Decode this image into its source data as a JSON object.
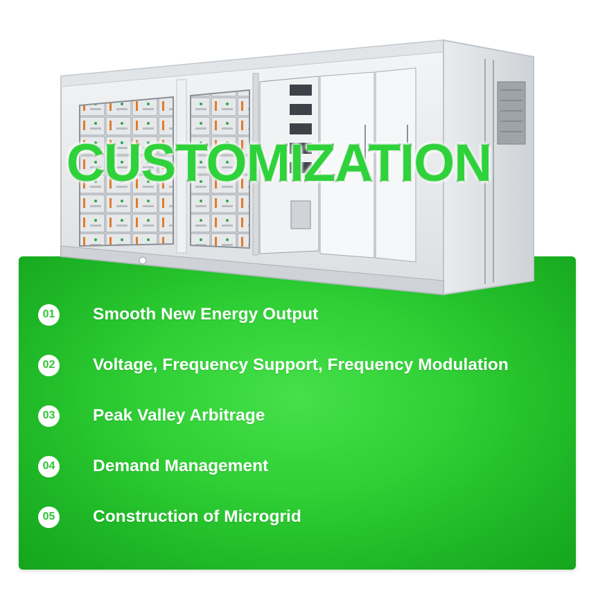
{
  "headline": "CUSTOMIZATION",
  "features": [
    {
      "number": "01",
      "label": "Smooth New Energy Output"
    },
    {
      "number": "02",
      "label": "Voltage, Frequency Support, Frequency Modulation"
    },
    {
      "number": "03",
      "label": "Peak Valley Arbitrage"
    },
    {
      "number": "04",
      "label": "Demand Management"
    },
    {
      "number": "05",
      "label": "Construction of Microgrid"
    }
  ],
  "colors": {
    "panel_green": "#2fcf35",
    "headline_fill": "#2fd23a",
    "headline_stroke": "#0c6d12",
    "badge_text": "#2fc436"
  },
  "illustration": "energy-storage-container-illustration"
}
